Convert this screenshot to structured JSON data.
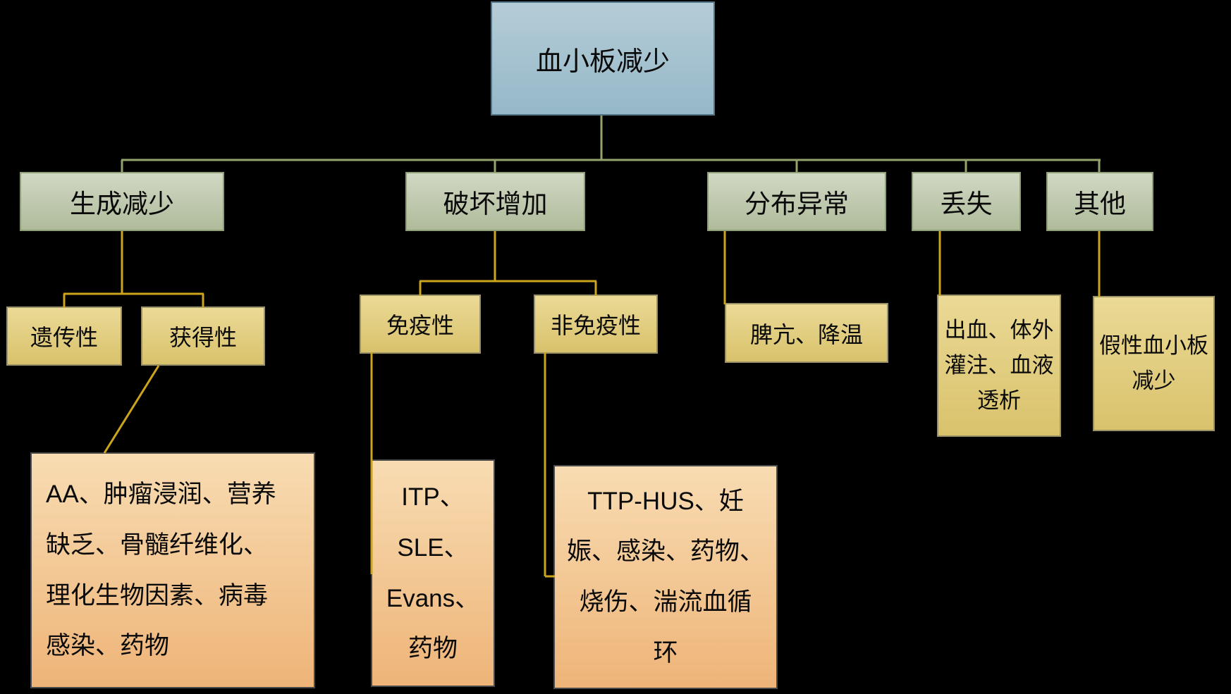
{
  "diagram": {
    "type": "hierarchy-flowchart",
    "topic": "血小板减少分类",
    "tree": {
      "label": "血小板减少",
      "children": [
        {
          "label": "生成减少",
          "children": [
            {
              "label": "遗传性"
            },
            {
              "label": "获得性",
              "children": [
                {
                  "label": "AA、肿瘤浸润、营养\n缺乏、骨髓纤维化、\n理化生物因素、病毒\n感染、药物"
                }
              ]
            }
          ]
        },
        {
          "label": "破坏增加",
          "children": [
            {
              "label": "免疫性",
              "children": [
                {
                  "label": "ITP、\nSLE、\nEvans、\n药物"
                }
              ]
            },
            {
              "label": "非免疫性",
              "children": [
                {
                  "label": "TTP-HUS、妊\n娠、感染、药物、\n烧伤、湍流血循\n环"
                }
              ]
            }
          ]
        },
        {
          "label": "分布异常",
          "children": [
            {
              "label": "脾亢、降温"
            }
          ]
        },
        {
          "label": "丢失",
          "children": [
            {
              "label": "出血、体外\n灌注、血液\n透析"
            }
          ]
        },
        {
          "label": "其他",
          "children": [
            {
              "label": "假性血小板\n减少"
            }
          ]
        }
      ]
    },
    "colors": {
      "background": "#000000",
      "root_fill_top": "#b5ccd7",
      "root_fill_bottom": "#95b8c8",
      "root_border": "#527486",
      "branch_fill_top": "#d1d8c4",
      "branch_fill_bottom": "#afbb9a",
      "branch_border": "#8e9e76",
      "branch_connector_line": "#94a46c",
      "sub_fill_top": "#ebda96",
      "sub_fill_bottom": "#d9c26c",
      "sub_border": "#9b9166",
      "sub_connector_line": "#cda41e",
      "detail_fill_top": "#f8dcb2",
      "detail_fill_bottom": "#eeb478",
      "detail_border": "#4a4a4a",
      "text": "#0a0a0a"
    }
  }
}
